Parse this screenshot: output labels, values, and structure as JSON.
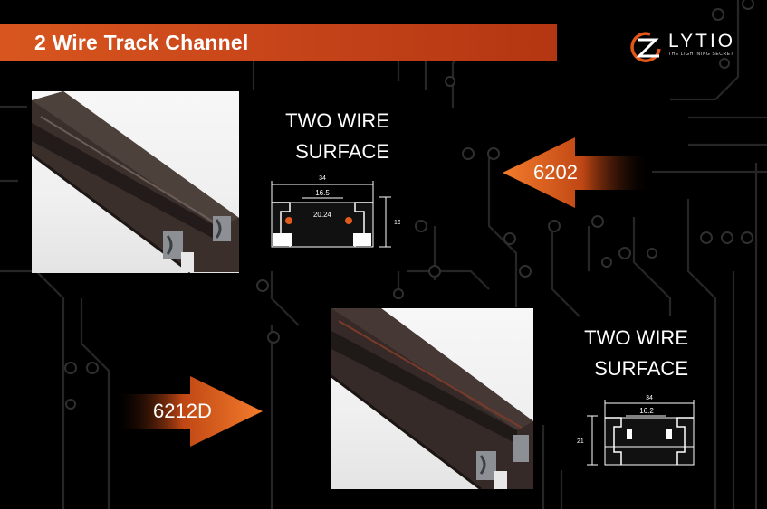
{
  "header": {
    "title": "2 Wire Track Channel"
  },
  "logo": {
    "wordmark": "LYTIO",
    "tagline": "THE LIGHTNING SECRET"
  },
  "product_top": {
    "code": "6202",
    "label_line1": "TWO WIRE",
    "label_line2": "SURFACE",
    "dimensions": {
      "width": "34",
      "inner": "16.5",
      "channel": "20.24",
      "height": "16"
    }
  },
  "product_bottom": {
    "code": "6212D",
    "label_line1": "TWO WIRE",
    "label_line2": "SURFACE",
    "dimensions": {
      "width": "34",
      "inner": "16.2",
      "height": "21"
    }
  },
  "colors": {
    "accent": "#d8561e",
    "arrow_light": "#f07a2a",
    "arrow_dark": "#8a2a08",
    "track": "#2e2522"
  }
}
